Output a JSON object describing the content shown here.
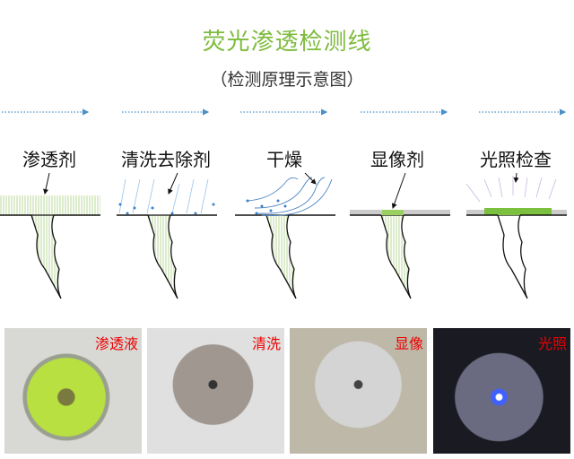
{
  "title": "荧光渗透检测线",
  "subtitle": "（检测原理示意图）",
  "steps": [
    {
      "label": "渗透剂"
    },
    {
      "label": "清洗去除剂"
    },
    {
      "label": "干燥"
    },
    {
      "label": "显像剂"
    },
    {
      "label": "光照检查"
    }
  ],
  "photos": [
    {
      "label": "渗透液"
    },
    {
      "label": "清洗"
    },
    {
      "label": "显像"
    },
    {
      "label": "光照"
    }
  ],
  "colors": {
    "title": "#7dbb3c",
    "arrow": "#4a90c8",
    "penetrant": "#cfe8b0",
    "photo_label": "#ee0000"
  }
}
